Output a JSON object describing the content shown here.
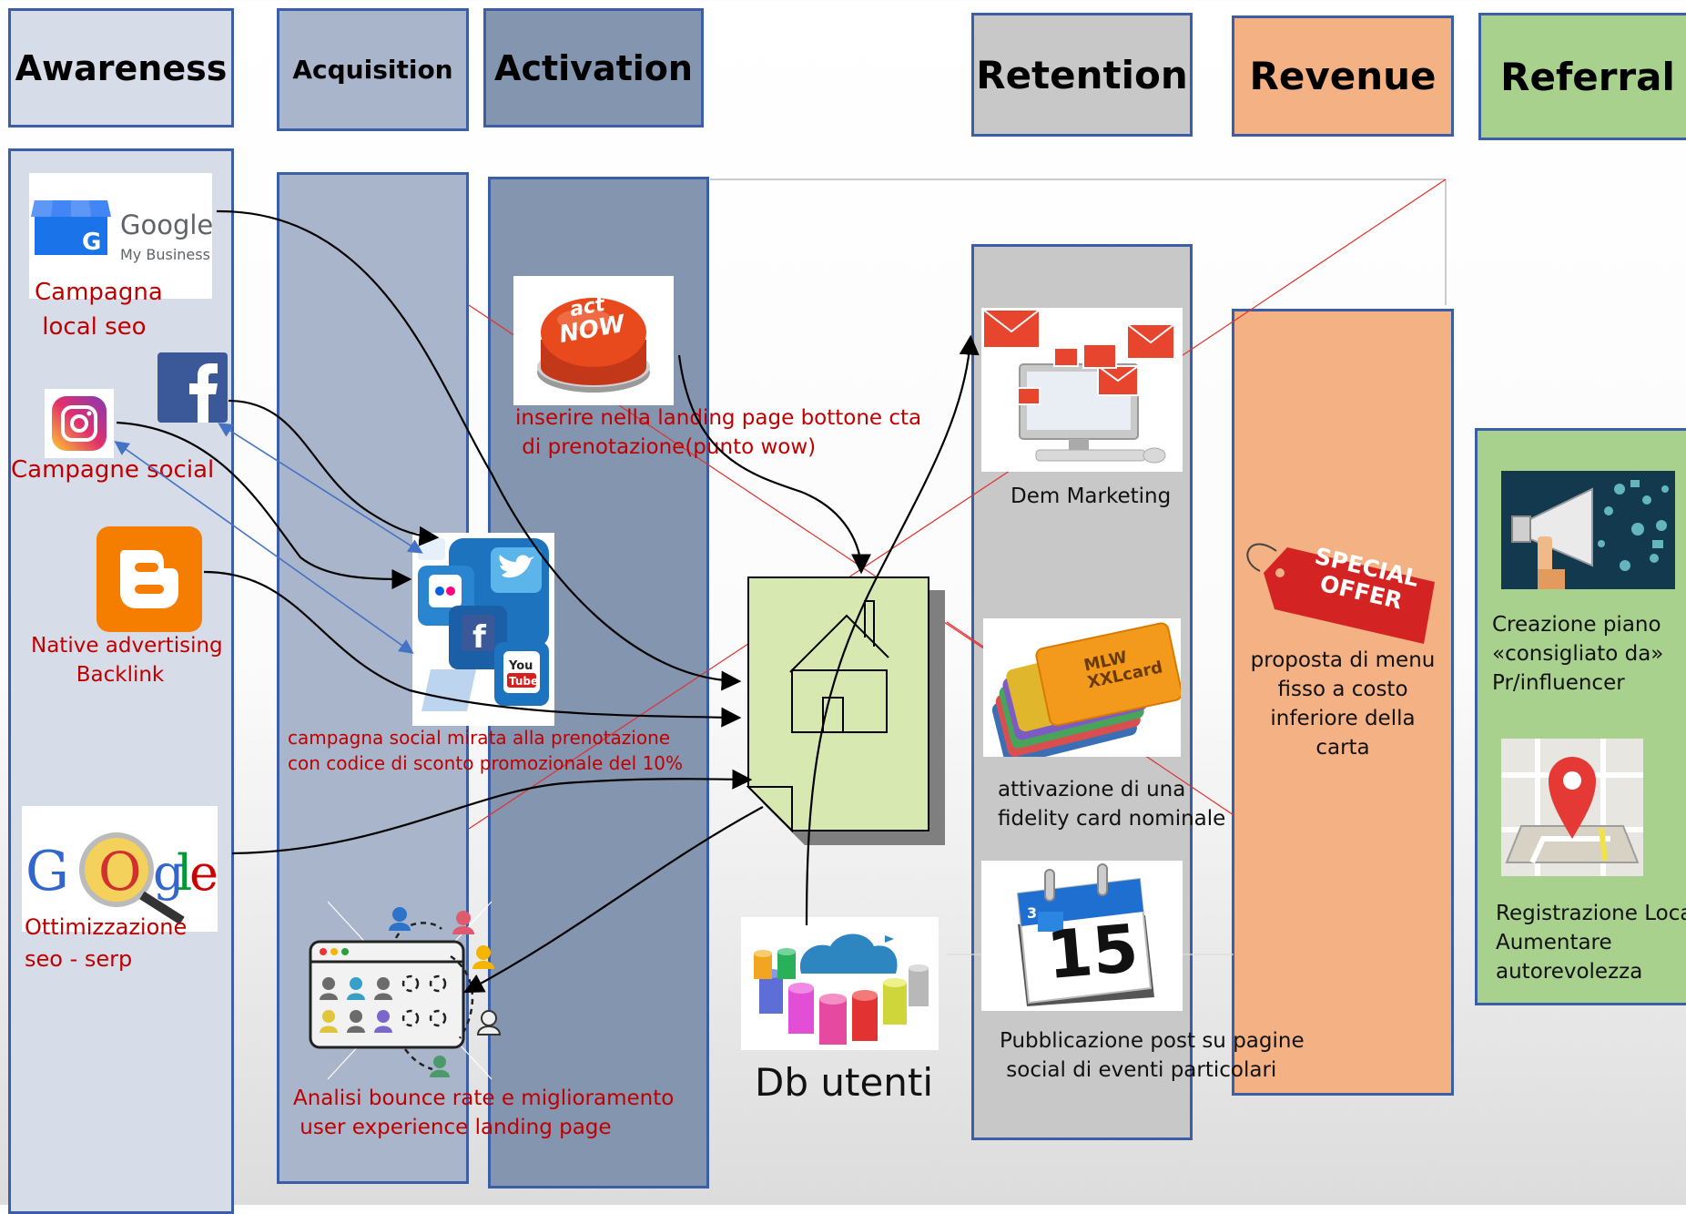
{
  "headers": {
    "awareness": "Awareness",
    "acquisition": "Acquisition",
    "activation": "Activation",
    "retention": "Retention",
    "revenue": "Revenue",
    "referral": "Referral"
  },
  "awareness": {
    "google_my_business": {
      "word": "Google",
      "sub": "My Business"
    },
    "local_seo": "Campagna\n local seo",
    "social": "Campagne social",
    "native": "Native advertising\nBacklink",
    "seo": "Ottimizzazione\nseo - serp"
  },
  "acquisition": {
    "social_campaign": "campagna social mirata alla prenotazione\ncon codice di sconto promozionale del 10%",
    "bounce": "Analisi bounce rate e miglioramento\n user experience landing page"
  },
  "activation": {
    "act_now": {
      "top": "act",
      "bottom": "NOW"
    },
    "cta": "inserire nella landing page bottone cta\n di prenotazione(punto wow)"
  },
  "center": {
    "db": "Db utenti"
  },
  "retention": {
    "dem": "Dem Marketing",
    "card_logo": "MLW\nXXLcard",
    "fidelity": "attivazione di una\nfidelity card nominale",
    "calendar_day": "15",
    "calendar_small": "3",
    "posts": "Pubblicazione post su pagine\n social di eventi particolari"
  },
  "revenue": {
    "tag": "SPECIAL\nOFFER",
    "menu": "proposta di menu\nfisso a costo\ninferiore della\ncarta"
  },
  "referral": {
    "influencer": "Creazione piano\n«consigliato da»\nPr/influencer",
    "local": "Registrazione Local\nAumentare\nautorevolezza"
  },
  "colors": {
    "awareness": "#d6dce8",
    "acquisition": "#a9b5ca",
    "activation": "#8495b0",
    "retention": "#c8c8c8",
    "revenue": "#f4b183",
    "referral": "#a9d18e",
    "border": "#3b5ea6",
    "label_red": "#c00000",
    "house": "#d7e9b0"
  }
}
